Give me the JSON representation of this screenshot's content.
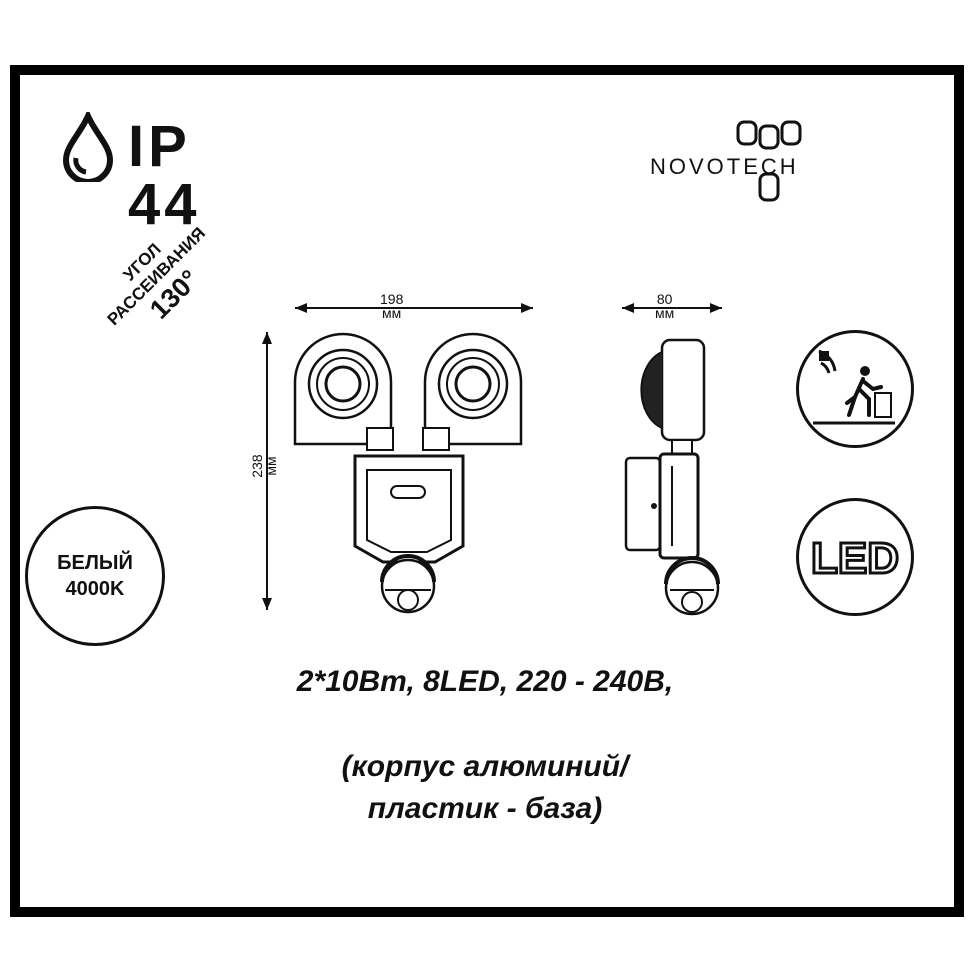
{
  "ip_rating": "IP 44",
  "brand": "NOVOTECH",
  "beam_angle": {
    "line1": "УГОЛ",
    "line2": "РАССЕИВАНИЯ",
    "value": "130°"
  },
  "color_temp": {
    "line1": "БЕЛЫЙ",
    "line2": "4000K"
  },
  "dimensions": {
    "width": {
      "value": "198",
      "unit": "мм"
    },
    "height": {
      "value": "238",
      "unit": "мм"
    },
    "depth": {
      "value": "80",
      "unit": "мм"
    }
  },
  "badges": {
    "led": "LED",
    "icons": [
      "motion-sensor-icon",
      "led-icon",
      "water-drop-icon"
    ]
  },
  "specs": {
    "line1": "2*10Вт, 8LED, 220 - 240В,",
    "line2": "(корпус алюминий/",
    "line3": "пластик - база)"
  }
}
